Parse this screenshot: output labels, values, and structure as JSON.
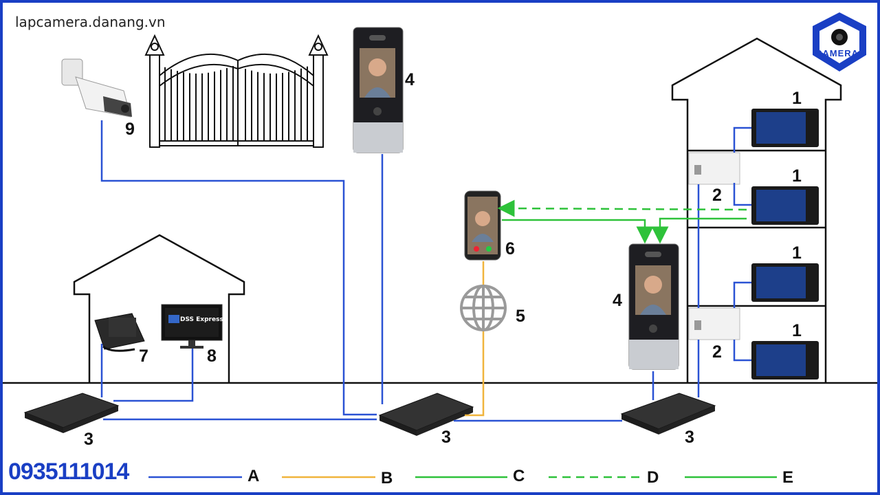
{
  "site_url": "lapcamera.danang.vn",
  "phone": "0935111014",
  "logo_text": "CAMERA",
  "monitor_brand_text": "DSS Express",
  "device_labels": {
    "indoor_monitor_1": "1",
    "indoor_monitor_2": "1",
    "indoor_monitor_3": "1",
    "indoor_monitor_4": "1",
    "distributor_top": "2",
    "distributor_bottom": "2",
    "switch_left": "3",
    "switch_middle": "3",
    "switch_right": "3",
    "door_station_gate": "4",
    "door_station_building": "4",
    "internet": "5",
    "smartphone": "6",
    "master_station": "7",
    "pc_monitor": "8",
    "ip_camera": "9"
  },
  "legend": [
    {
      "key": "A",
      "color": "#2a52d4",
      "style": "solid"
    },
    {
      "key": "B",
      "color": "#f0b43c",
      "style": "solid"
    },
    {
      "key": "C",
      "color": "#2ec23a",
      "style": "solid"
    },
    {
      "key": "D",
      "color": "#2ec23a",
      "style": "dashed"
    },
    {
      "key": "E",
      "color": "#2ec23a",
      "style": "solid"
    }
  ],
  "colors": {
    "frame": "#1a3fc4",
    "cable_network": "#2a52d4",
    "cable_internet": "#f0b43c",
    "call_signal": "#2ec23a"
  }
}
